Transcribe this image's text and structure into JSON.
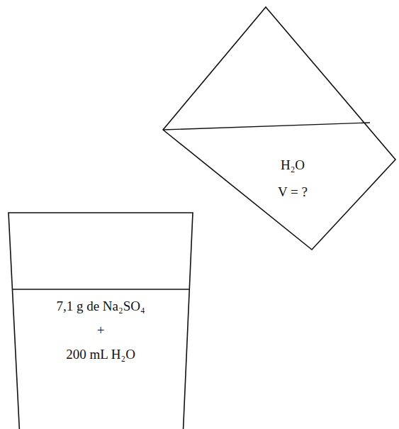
{
  "diagram": {
    "nodes": [
      {
        "text": [
          "H₂O",
          "V = ?"
        ]
      },
      {
        "text": [
          "7,1 g de Na₂SO₄",
          "+",
          "200 mL H₂O"
        ]
      }
    ]
  }
}
